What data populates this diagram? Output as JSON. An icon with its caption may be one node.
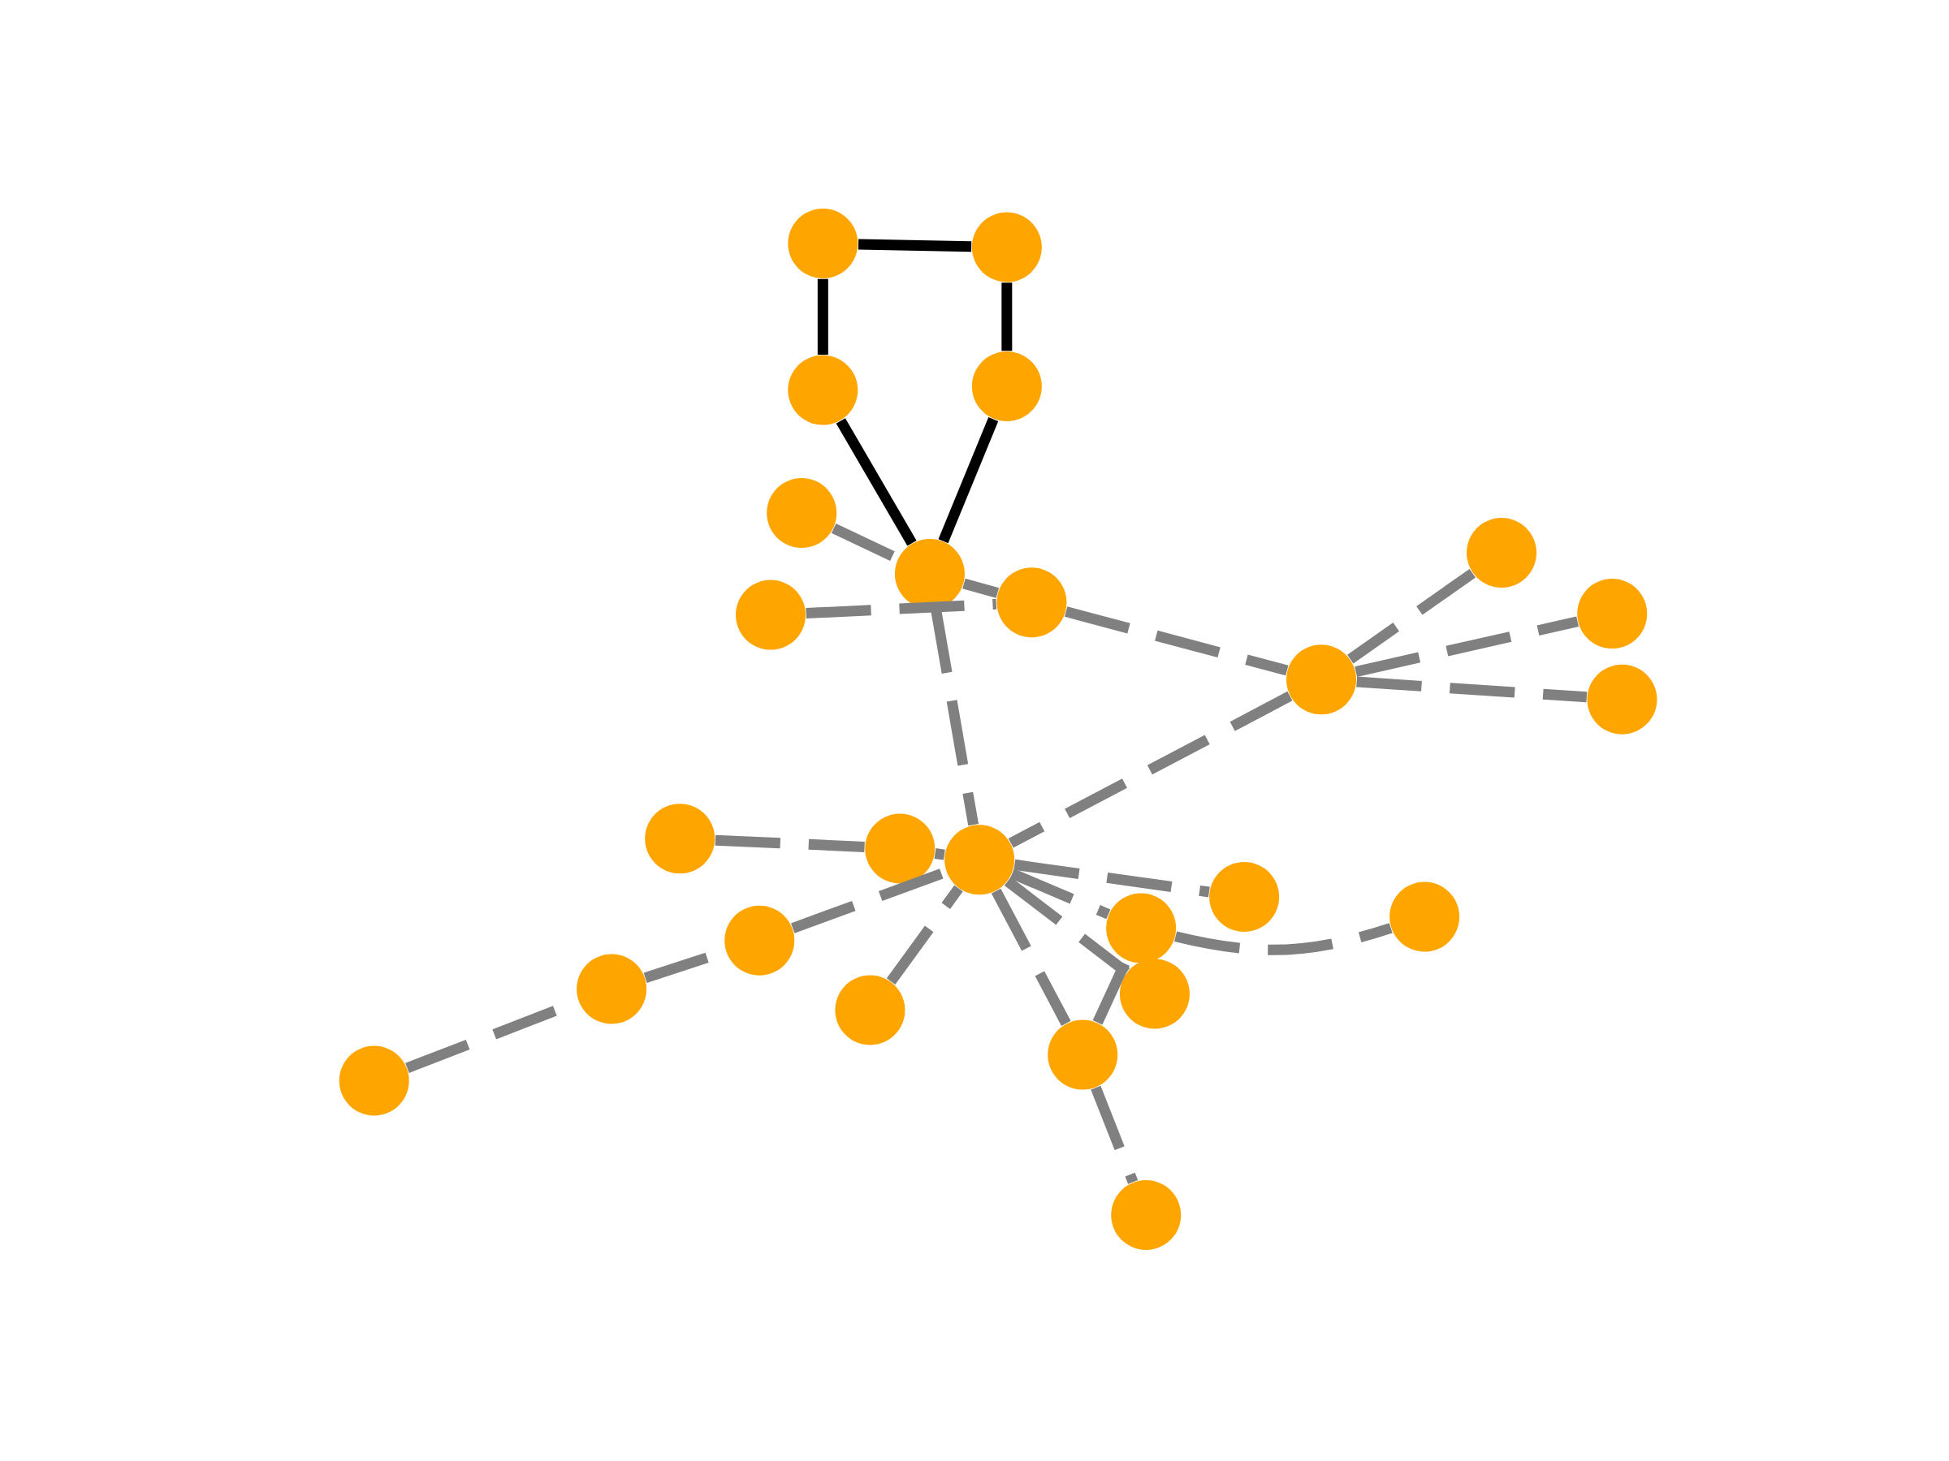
{
  "diagram": {
    "nodes": [
      {
        "text": [],
        "shape": "circle"
      },
      {
        "text": [],
        "shape": "circle"
      },
      {
        "text": [],
        "shape": "circle"
      },
      {
        "text": [],
        "shape": "circle"
      },
      {
        "text": [],
        "shape": "circle"
      },
      {
        "text": [],
        "shape": "circle"
      },
      {
        "text": [],
        "shape": "circle"
      },
      {
        "text": [],
        "shape": "circle"
      },
      {
        "text": [],
        "shape": "circle"
      },
      {
        "text": [],
        "shape": "circle"
      },
      {
        "text": [],
        "shape": "circle"
      },
      {
        "text": [],
        "shape": "circle"
      },
      {
        "text": [],
        "shape": "circle"
      },
      {
        "text": [],
        "shape": "circle"
      },
      {
        "text": [],
        "shape": "circle"
      },
      {
        "text": [],
        "shape": "circle"
      },
      {
        "text": [],
        "shape": "circle"
      },
      {
        "text": [],
        "shape": "circle"
      },
      {
        "text": [],
        "shape": "circle"
      },
      {
        "text": [],
        "shape": "circle"
      },
      {
        "text": [],
        "shape": "circle"
      },
      {
        "text": [],
        "shape": "circle"
      },
      {
        "text": [],
        "shape": "circle"
      },
      {
        "text": [],
        "shape": "circle"
      },
      {
        "text": [],
        "shape": "circle"
      }
    ],
    "edges": [
      {
        "from": 0,
        "to": 1,
        "arrow": "none",
        "color": "#000000"
      },
      {
        "from": 0,
        "to": 2,
        "arrow": "none",
        "color": "#000000"
      },
      {
        "from": 1,
        "to": 3,
        "arrow": "none",
        "color": "#000000"
      },
      {
        "from": 2,
        "to": 6,
        "arrow": "none",
        "color": "#000000"
      },
      {
        "from": 3,
        "to": 6,
        "arrow": "none",
        "color": "#000000"
      },
      {
        "from": 4,
        "to": 6,
        "arrow": "none",
        "style": "dashed"
      },
      {
        "from": 6,
        "to": 7,
        "arrow": "none",
        "style": "dashed"
      },
      {
        "from": 9,
        "to": 7,
        "arrow": "none",
        "style": "dashed"
      },
      {
        "from": 6,
        "to": 14,
        "arrow": "none",
        "style": "dashed"
      },
      {
        "from": 7,
        "to": 10,
        "arrow": "none",
        "style": "dashed"
      },
      {
        "from": 10,
        "to": 11,
        "arrow": "none",
        "style": "dashed"
      },
      {
        "from": 10,
        "to": 8,
        "arrow": "none",
        "style": "dashed"
      },
      {
        "from": 5,
        "to": 10,
        "arrow": "none",
        "style": "dashed"
      },
      {
        "from": 10,
        "to": 14,
        "arrow": "none",
        "style": "dashed"
      },
      {
        "from": 12,
        "to": 13,
        "arrow": "none",
        "style": "dashed"
      },
      {
        "from": 13,
        "to": 14,
        "arrow": "none",
        "style": "dashed"
      },
      {
        "from": 14,
        "to": 15,
        "arrow": "none",
        "style": "dashed"
      },
      {
        "from": 23,
        "to": 19,
        "arrow": "none",
        "style": "dashed"
      },
      {
        "from": 19,
        "to": 18,
        "arrow": "none",
        "style": "dashed"
      },
      {
        "from": 18,
        "to": 14,
        "arrow": "none",
        "style": "dashed"
      },
      {
        "from": 21,
        "to": 14,
        "arrow": "none",
        "style": "dashed"
      },
      {
        "from": 14,
        "to": 17,
        "arrow": "none",
        "style": "dashed"
      },
      {
        "from": 14,
        "to": 20,
        "arrow": "none",
        "style": "dashed"
      },
      {
        "from": 14,
        "to": 22,
        "arrow": "none",
        "style": "dashed"
      },
      {
        "from": 22,
        "to": 24,
        "arrow": "none",
        "style": "dashed"
      },
      {
        "from": 22,
        "to": 17,
        "arrow": "none",
        "style": "dashed"
      },
      {
        "from": 17,
        "to": 16,
        "arrow": "none",
        "style": "dashed"
      }
    ]
  }
}
